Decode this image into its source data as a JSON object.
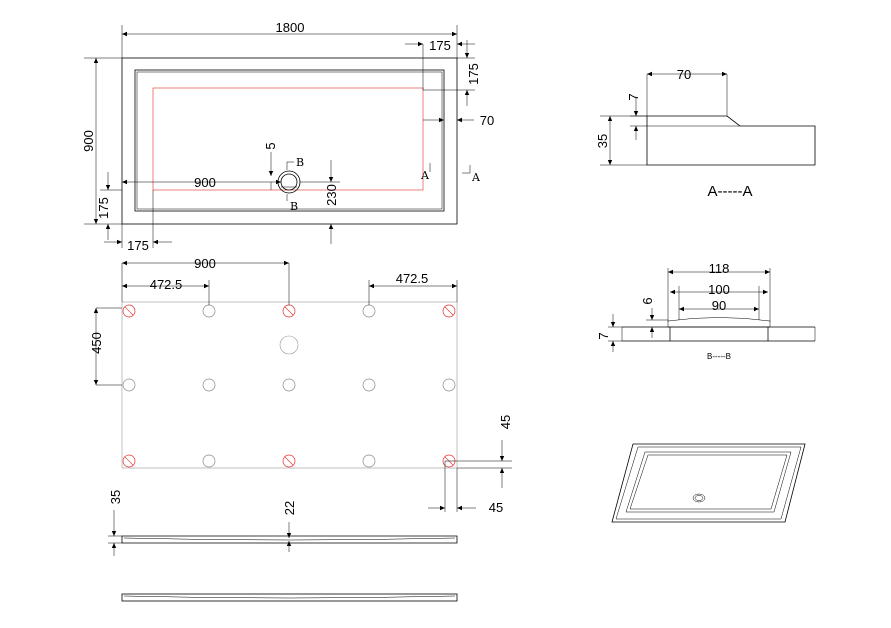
{
  "top_view": {
    "dim_length": "1800",
    "dim_width": "900",
    "dim_rim_right": "175",
    "dim_rim_top": "175",
    "dim_inner_offset": "70",
    "dim_drain_x": "900",
    "dim_drain_y": "230",
    "dim_drain_small": "5",
    "dim_rim_left_y": "175",
    "dim_rim_bottom_x": "175",
    "section_a_left": "A",
    "section_a_right": "A",
    "section_b_top": "B",
    "section_b_bottom": "B"
  },
  "support_view": {
    "dim_spacing_900": "900",
    "dim_spacing_left": "472.5",
    "dim_spacing_right": "472.5",
    "dim_row_450": "450",
    "dim_edge_y": "45",
    "dim_edge_x": "45"
  },
  "side_view": {
    "dim_height": "35",
    "dim_slope": "22"
  },
  "section_a": {
    "dim_70": "70",
    "dim_7": "7",
    "dim_35": "35",
    "caption": "A-----A"
  },
  "section_b": {
    "dim_118": "118",
    "dim_100": "100",
    "dim_90": "90",
    "dim_6": "6",
    "dim_7": "7",
    "caption": "B-----B"
  }
}
